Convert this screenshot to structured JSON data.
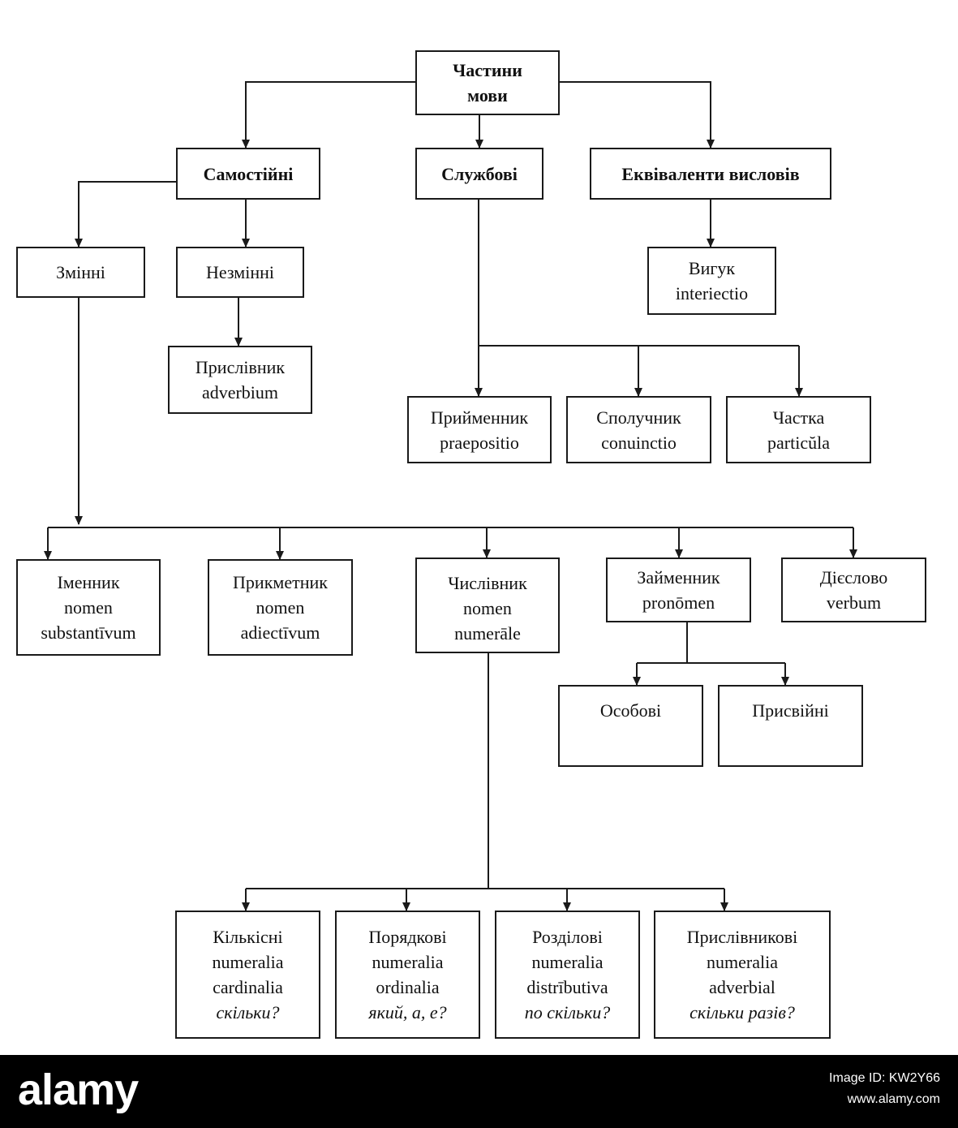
{
  "nodes": {
    "root": [
      "Частини",
      "мови"
    ],
    "independent": [
      "Самостійні"
    ],
    "auxiliary": [
      "Службові"
    ],
    "equivalents": [
      "Еквіваленти висловів"
    ],
    "variable": [
      "Змінні"
    ],
    "invariable": [
      "Незмінні"
    ],
    "interjection": [
      "Вигук",
      "interiectio"
    ],
    "adverb": [
      "Прислівник",
      "adverbium"
    ],
    "preposition": [
      "Прийменник",
      "praepositio"
    ],
    "conjunction": [
      "Сполучник",
      "conuinctio"
    ],
    "particle": [
      "Частка",
      "particŭla"
    ],
    "noun": [
      "Іменник",
      "nomen",
      "substantīvum"
    ],
    "adjective": [
      "Прикметник",
      "nomen",
      "adiectīvum"
    ],
    "numeral": [
      "Числівник",
      "nomen",
      "numerāle"
    ],
    "pronoun": [
      "Займенник",
      "pronōmen"
    ],
    "verb": [
      "Дієслово",
      "verbum"
    ],
    "personal": [
      "Особові"
    ],
    "possessive": [
      "Присвійні"
    ],
    "cardinal": [
      "Кількісні",
      "numeralia",
      "cardinalia",
      "скільки?"
    ],
    "ordinal": [
      "Порядкові",
      "numeralia",
      "ordinalia",
      "який, а, е?"
    ],
    "distributive": [
      "Розділові",
      "numeralia",
      "distrībutiva",
      "по скільки?"
    ],
    "adverbial": [
      "Прислівникові",
      "numeralia",
      "adverbial",
      "скільки разів?"
    ]
  },
  "footer": {
    "logo": "alamy",
    "image_id": "Image ID: KW2Y66",
    "site": "www.alamy.com"
  }
}
